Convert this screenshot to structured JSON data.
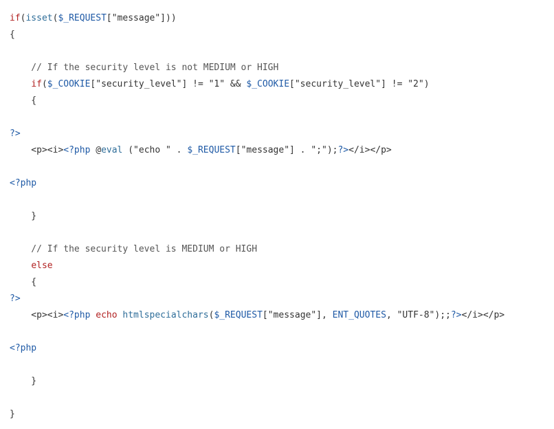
{
  "code": {
    "lines": [
      [
        {
          "t": "if",
          "c": "keyword"
        },
        {
          "t": "(",
          "c": "plain"
        },
        {
          "t": "isset",
          "c": "func"
        },
        {
          "t": "(",
          "c": "plain"
        },
        {
          "t": "$_REQUEST",
          "c": "var"
        },
        {
          "t": "[\"message\"]))",
          "c": "string"
        }
      ],
      [
        {
          "t": "{",
          "c": "plain"
        }
      ],
      [],
      [
        {
          "t": "    // If the security level is not MEDIUM or HIGH",
          "c": "comment"
        }
      ],
      [
        {
          "t": "    ",
          "c": "plain"
        },
        {
          "t": "if",
          "c": "keyword"
        },
        {
          "t": "(",
          "c": "plain"
        },
        {
          "t": "$_COOKIE",
          "c": "var"
        },
        {
          "t": "[\"security_level\"] != \"1\" && ",
          "c": "string"
        },
        {
          "t": "$_COOKIE",
          "c": "var"
        },
        {
          "t": "[\"security_level\"] != \"2\")",
          "c": "string"
        }
      ],
      [
        {
          "t": "    {",
          "c": "plain"
        }
      ],
      [],
      [
        {
          "t": "?>",
          "c": "phptag"
        }
      ],
      [
        {
          "t": "    <p><i>",
          "c": "plain"
        },
        {
          "t": "<?php",
          "c": "phptag"
        },
        {
          "t": " @",
          "c": "plain"
        },
        {
          "t": "eval",
          "c": "func"
        },
        {
          "t": " (\"echo \" . ",
          "c": "string"
        },
        {
          "t": "$_REQUEST",
          "c": "var"
        },
        {
          "t": "[\"message\"] . \";\");",
          "c": "string"
        },
        {
          "t": "?>",
          "c": "phptag"
        },
        {
          "t": "</i></p>",
          "c": "plain"
        }
      ],
      [],
      [
        {
          "t": "<?php",
          "c": "phptag"
        }
      ],
      [],
      [
        {
          "t": "    }",
          "c": "plain"
        }
      ],
      [],
      [
        {
          "t": "    // If the security level is MEDIUM or HIGH",
          "c": "comment"
        }
      ],
      [
        {
          "t": "    ",
          "c": "plain"
        },
        {
          "t": "else",
          "c": "keyword"
        }
      ],
      [
        {
          "t": "    {",
          "c": "plain"
        }
      ],
      [
        {
          "t": "?>",
          "c": "phptag"
        }
      ],
      [
        {
          "t": "    <p><i>",
          "c": "plain"
        },
        {
          "t": "<?php",
          "c": "phptag"
        },
        {
          "t": " ",
          "c": "plain"
        },
        {
          "t": "echo",
          "c": "keyword"
        },
        {
          "t": " ",
          "c": "plain"
        },
        {
          "t": "htmlspecialchars",
          "c": "func"
        },
        {
          "t": "(",
          "c": "plain"
        },
        {
          "t": "$_REQUEST",
          "c": "var"
        },
        {
          "t": "[\"message\"], ",
          "c": "string"
        },
        {
          "t": "ENT_QUOTES",
          "c": "const"
        },
        {
          "t": ", \"UTF-8\");;",
          "c": "string"
        },
        {
          "t": "?>",
          "c": "phptag"
        },
        {
          "t": "</i></p>",
          "c": "plain"
        }
      ],
      [],
      [
        {
          "t": "<?php",
          "c": "phptag"
        }
      ],
      [],
      [
        {
          "t": "    }",
          "c": "plain"
        }
      ],
      [],
      [
        {
          "t": "}",
          "c": "plain"
        }
      ]
    ]
  }
}
